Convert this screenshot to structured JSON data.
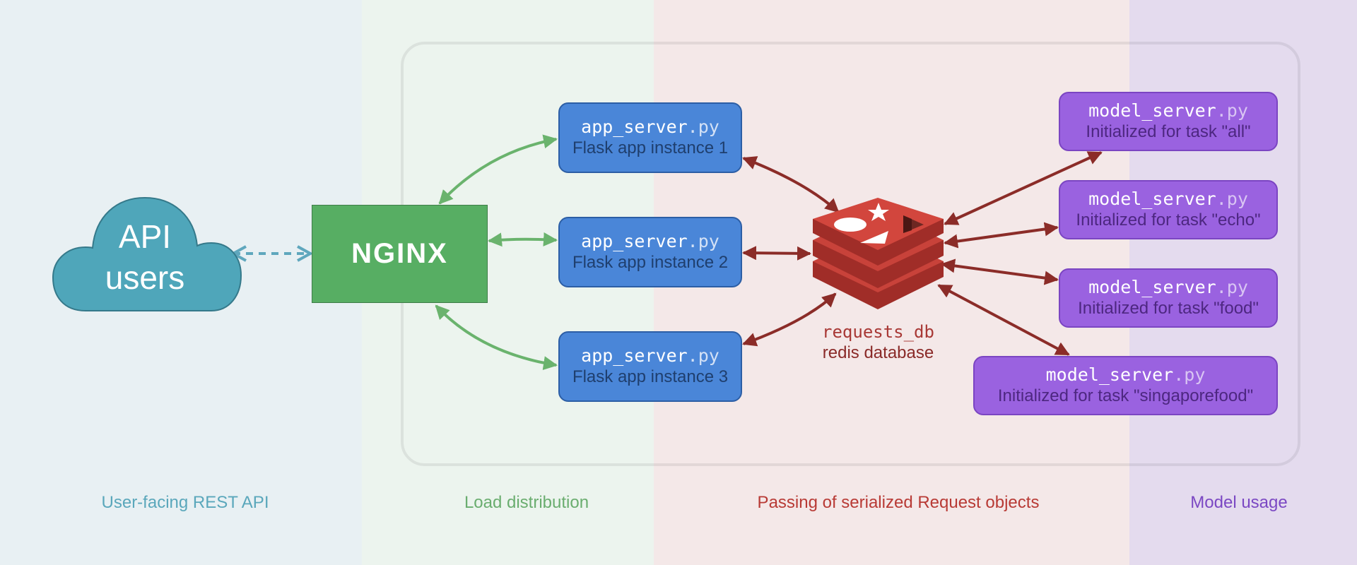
{
  "colors": {
    "band_api": "#e8f0f3",
    "band_load": "#ecf4ee",
    "band_passing": "#f4e8e8",
    "band_model": "#e4dbee",
    "api_accent": "#5aa7bb",
    "load_accent": "#6aad6f",
    "passing_accent": "#b83a35",
    "model_accent": "#7b48c3",
    "arrow_green": "#6ab36d",
    "arrow_red": "#8b2c28",
    "arrow_blue": "#5fa7bd"
  },
  "bands": [
    {
      "label": "User-facing REST API"
    },
    {
      "label": "Load distribution"
    },
    {
      "label": "Passing of serialized Request objects"
    },
    {
      "label": "Model usage"
    }
  ],
  "users": {
    "line1": "API",
    "line2": "users",
    "icon": "cloud-icon"
  },
  "nginx": {
    "label": "NGINX",
    "icon": "nginx-logo"
  },
  "app_servers": [
    {
      "file": "app_server",
      "ext": ".py",
      "desc": "Flask app instance 1"
    },
    {
      "file": "app_server",
      "ext": ".py",
      "desc": "Flask app instance 2"
    },
    {
      "file": "app_server",
      "ext": ".py",
      "desc": "Flask app instance 3"
    }
  ],
  "database": {
    "name": "requests_db",
    "desc": "redis database",
    "icon": "redis-icon"
  },
  "model_servers": [
    {
      "file": "model_server",
      "ext": ".py",
      "desc": "Initialized for task \"all\""
    },
    {
      "file": "model_server",
      "ext": ".py",
      "desc": "Initialized for task \"echo\""
    },
    {
      "file": "model_server",
      "ext": ".py",
      "desc": "Initialized for task \"food\""
    },
    {
      "file": "model_server",
      "ext": ".py",
      "desc": "Initialized for task \"singaporefood\""
    }
  ]
}
